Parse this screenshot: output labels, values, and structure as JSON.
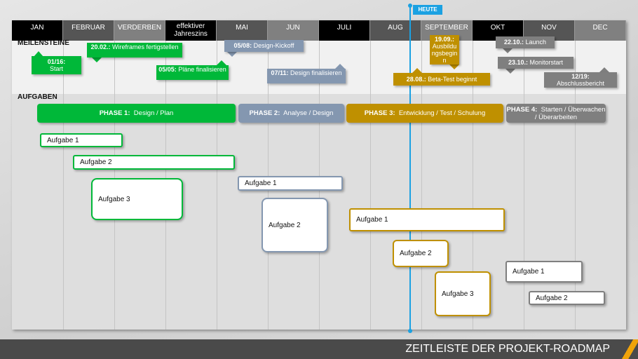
{
  "months": [
    "JAN",
    "FEBRUAR",
    "VERDERBEN",
    "effektiver Jahreszins",
    "MAI",
    "JUN",
    "JULI",
    "AUG",
    "SEPTEMBER",
    "OKT",
    "NOV",
    "DEC"
  ],
  "sections": {
    "milestones": "MEILENSTEINE",
    "tasks": "AUFGABEN"
  },
  "today": "HEUTE",
  "milestones": [
    {
      "date": "01/16:",
      "text": "Start"
    },
    {
      "date": "20.02.:",
      "text": "Wireframes fertigstellen"
    },
    {
      "date": "05/05:",
      "text": "Pläne finalisieren"
    },
    {
      "date": "05/08:",
      "text": "Design-Kickoff"
    },
    {
      "date": "07/11:",
      "text": "Design finalisieren"
    },
    {
      "date": "19.09.:",
      "text": "Ausbildungsbeginn"
    },
    {
      "date": "28.08.:",
      "text": "Beta-Test beginnt"
    },
    {
      "date": "22.10.:",
      "text": "Launch"
    },
    {
      "date": "23.10.:",
      "text": "Monitorstart"
    },
    {
      "date": "12/19:",
      "text": "Abschlussbericht"
    }
  ],
  "phases": [
    {
      "label": "PHASE 1:",
      "text": "Design / Plan"
    },
    {
      "label": "PHASE 2:",
      "text": "Analyse / Design"
    },
    {
      "label": "PHASE 3:",
      "text": "Entwicklung / Test / Schulung"
    },
    {
      "label": "PHASE 4:",
      "text": "Starten / Überwachen / Überarbeiten"
    }
  ],
  "tasks": [
    "Aufgabe 1",
    "Aufgabe 2",
    "Aufgabe 3",
    "Aufgabe 1",
    "Aufgabe 2",
    "Aufgabe 1",
    "Aufgabe 2",
    "Aufgabe 3",
    "Aufgabe 1",
    "Aufgabe 2"
  ],
  "footer_title": "ZEITLEISTE DER PROJEKT-ROADMAP",
  "colors": {
    "phase1": "#00b839",
    "phase2": "#8497b0",
    "phase3": "#bf9000",
    "phase4": "#7f7f7f",
    "today": "#1ba1e2",
    "accent": "#f0a30a"
  }
}
